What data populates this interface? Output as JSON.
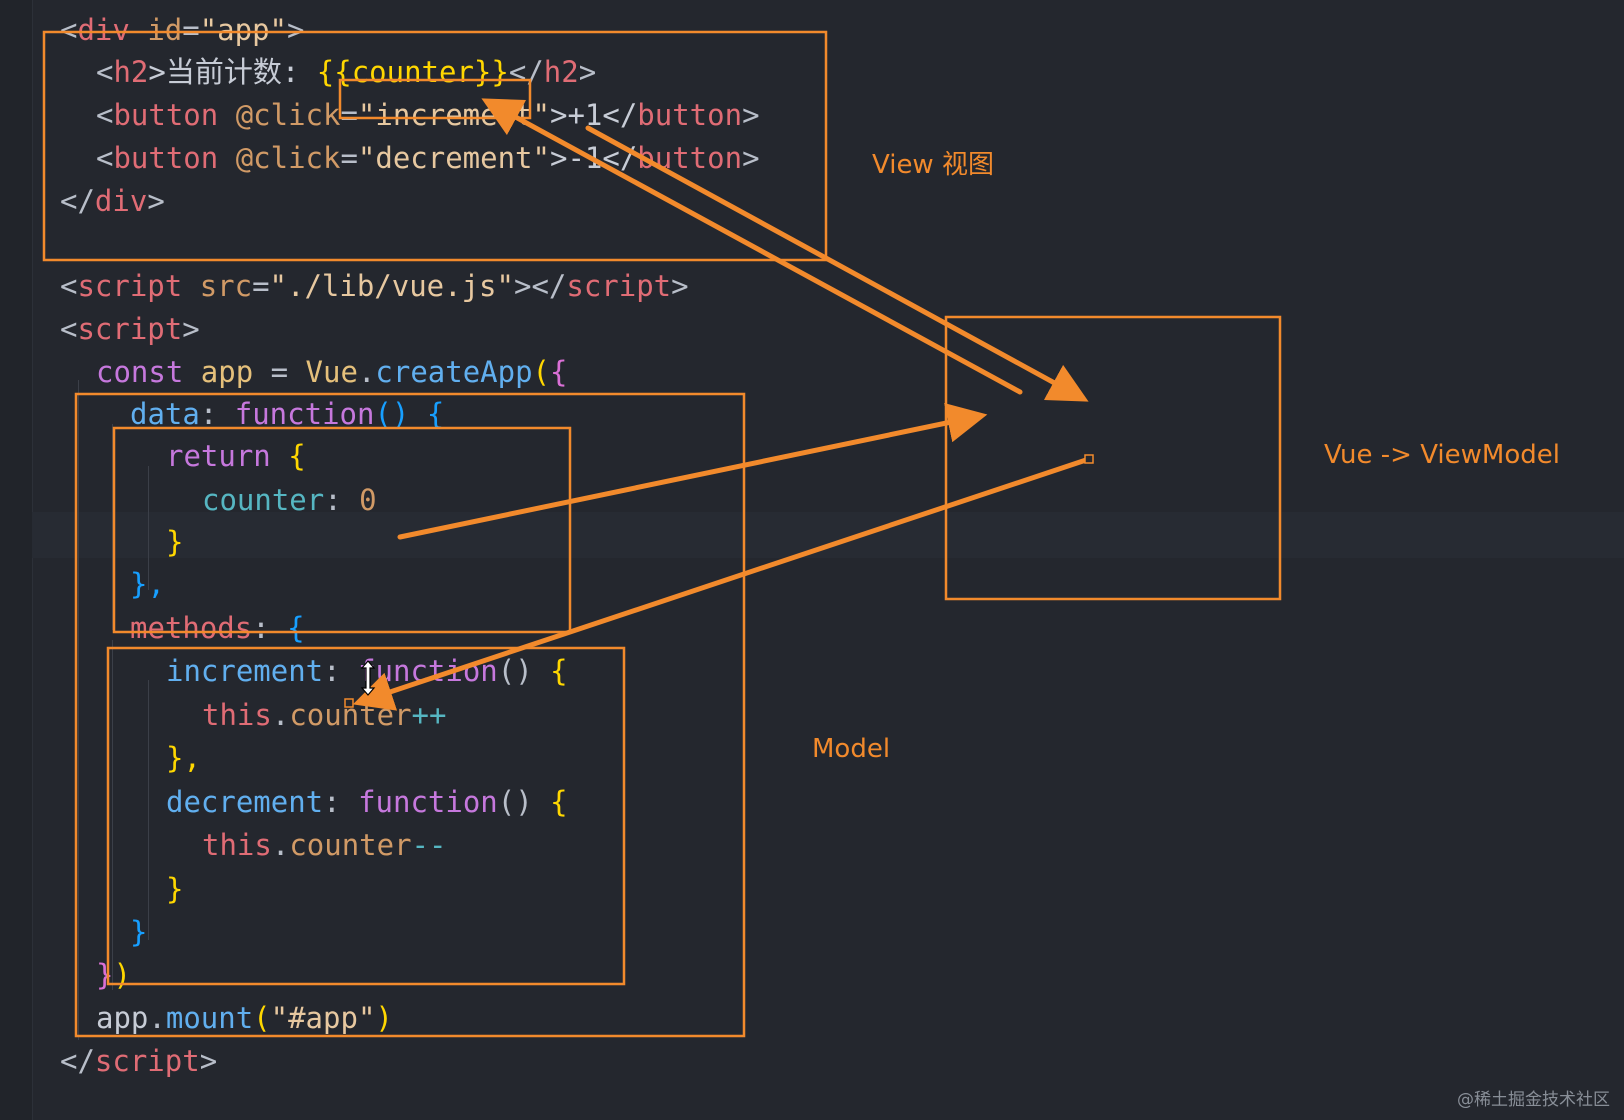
{
  "code_lines": [
    {
      "segments": [
        {
          "t": "<",
          "c": "t-pun"
        },
        {
          "t": "div",
          "c": "t-tag"
        },
        {
          "t": " id",
          "c": "t-attr"
        },
        {
          "t": "=",
          "c": "t-pun"
        },
        {
          "t": "\"app\"",
          "c": "t-str"
        },
        {
          "t": ">",
          "c": "t-pun"
        }
      ]
    },
    {
      "segments": [
        {
          "t": "<",
          "c": "t-pun"
        },
        {
          "t": "h2",
          "c": "t-tag"
        },
        {
          "t": ">当前计数: ",
          "c": "t-text"
        },
        {
          "t": "{{counter}}",
          "c": "t-brace1"
        },
        {
          "t": "</",
          "c": "t-pun"
        },
        {
          "t": "h2",
          "c": "t-tag"
        },
        {
          "t": ">",
          "c": "t-pun"
        }
      ]
    },
    {
      "segments": [
        {
          "t": "<",
          "c": "t-pun"
        },
        {
          "t": "button",
          "c": "t-tag"
        },
        {
          "t": " @click",
          "c": "t-attr"
        },
        {
          "t": "=",
          "c": "t-pun"
        },
        {
          "t": "\"increment\"",
          "c": "t-str"
        },
        {
          "t": ">+1</",
          "c": "t-text"
        },
        {
          "t": "button",
          "c": "t-tag"
        },
        {
          "t": ">",
          "c": "t-pun"
        }
      ]
    },
    {
      "segments": [
        {
          "t": "<",
          "c": "t-pun"
        },
        {
          "t": "button",
          "c": "t-tag"
        },
        {
          "t": " @click",
          "c": "t-attr"
        },
        {
          "t": "=",
          "c": "t-pun"
        },
        {
          "t": "\"decrement\"",
          "c": "t-str"
        },
        {
          "t": ">-1</",
          "c": "t-text"
        },
        {
          "t": "button",
          "c": "t-tag"
        },
        {
          "t": ">",
          "c": "t-pun"
        }
      ]
    },
    {
      "segments": [
        {
          "t": "</",
          "c": "t-pun"
        },
        {
          "t": "div",
          "c": "t-tag"
        },
        {
          "t": ">",
          "c": "t-pun"
        }
      ]
    },
    {
      "segments": [
        {
          "t": "<",
          "c": "t-pun"
        },
        {
          "t": "script",
          "c": "t-tag"
        },
        {
          "t": " src",
          "c": "t-attr"
        },
        {
          "t": "=",
          "c": "t-pun"
        },
        {
          "t": "\"./lib/vue.js\"",
          "c": "t-str"
        },
        {
          "t": "></",
          "c": "t-pun"
        },
        {
          "t": "script",
          "c": "t-tag"
        },
        {
          "t": ">",
          "c": "t-pun"
        }
      ]
    },
    {
      "segments": [
        {
          "t": "<",
          "c": "t-pun"
        },
        {
          "t": "script",
          "c": "t-tag"
        },
        {
          "t": ">",
          "c": "t-pun"
        }
      ]
    },
    {
      "segments": [
        {
          "t": "const",
          "c": "t-kw"
        },
        {
          "t": " app",
          "c": "t-var"
        },
        {
          "t": " = ",
          "c": "t-pun"
        },
        {
          "t": "Vue",
          "c": "t-var"
        },
        {
          "t": ".",
          "c": "t-pun"
        },
        {
          "t": "createApp",
          "c": "t-fn"
        },
        {
          "t": "(",
          "c": "t-brace1"
        },
        {
          "t": "{",
          "c": "t-brace2"
        }
      ]
    },
    {
      "segments": [
        {
          "t": "data",
          "c": "t-fn"
        },
        {
          "t": ": ",
          "c": "t-pun"
        },
        {
          "t": "function",
          "c": "t-kw"
        },
        {
          "t": "()",
          "c": "t-brace3"
        },
        {
          "t": " {",
          "c": "t-brace3"
        }
      ]
    },
    {
      "segments": [
        {
          "t": "return",
          "c": "t-kw"
        },
        {
          "t": " {",
          "c": "t-brace1"
        }
      ]
    },
    {
      "segments": [
        {
          "t": "counter",
          "c": "t-prop"
        },
        {
          "t": ": ",
          "c": "t-pun"
        },
        {
          "t": "0",
          "c": "t-num"
        }
      ]
    },
    {
      "segments": [
        {
          "t": "}",
          "c": "t-brace1"
        }
      ]
    },
    {
      "segments": [
        {
          "t": "},",
          "c": "t-brace3"
        }
      ]
    },
    {
      "segments": [
        {
          "t": "methods",
          "c": "t-tag"
        },
        {
          "t": ": ",
          "c": "t-pun"
        },
        {
          "t": "{",
          "c": "t-brace3"
        }
      ]
    },
    {
      "segments": [
        {
          "t": "increment",
          "c": "t-fn"
        },
        {
          "t": ": ",
          "c": "t-pun"
        },
        {
          "t": "function",
          "c": "t-kw"
        },
        {
          "t": "()",
          "c": "t-pun"
        },
        {
          "t": " {",
          "c": "t-brace1"
        }
      ]
    },
    {
      "segments": [
        {
          "t": "this",
          "c": "t-this"
        },
        {
          "t": ".",
          "c": "t-pun"
        },
        {
          "t": "counter",
          "c": "t-attr"
        },
        {
          "t": "++",
          "c": "t-prop"
        }
      ]
    },
    {
      "segments": [
        {
          "t": "},",
          "c": "t-brace1"
        }
      ]
    },
    {
      "segments": [
        {
          "t": "decrement",
          "c": "t-fn"
        },
        {
          "t": ": ",
          "c": "t-pun"
        },
        {
          "t": "function",
          "c": "t-kw"
        },
        {
          "t": "()",
          "c": "t-pun"
        },
        {
          "t": " {",
          "c": "t-brace1"
        }
      ]
    },
    {
      "segments": [
        {
          "t": "this",
          "c": "t-this"
        },
        {
          "t": ".",
          "c": "t-pun"
        },
        {
          "t": "counter",
          "c": "t-attr"
        },
        {
          "t": "--",
          "c": "t-prop"
        }
      ]
    },
    {
      "segments": [
        {
          "t": "}",
          "c": "t-brace1"
        }
      ]
    },
    {
      "segments": [
        {
          "t": "}",
          "c": "t-brace3"
        }
      ]
    },
    {
      "segments": [
        {
          "t": "}",
          "c": "t-brace2"
        },
        {
          "t": ")",
          "c": "t-brace1"
        }
      ]
    },
    {
      "segments": [
        {
          "t": "app",
          "c": "t-text"
        },
        {
          "t": ".",
          "c": "t-pun"
        },
        {
          "t": "mount",
          "c": "t-fn"
        },
        {
          "t": "(",
          "c": "t-brace1"
        },
        {
          "t": "\"#app\"",
          "c": "t-str"
        },
        {
          "t": ")",
          "c": "t-brace1"
        }
      ]
    },
    {
      "segments": [
        {
          "t": "</",
          "c": "t-pun"
        },
        {
          "t": "script",
          "c": "t-tag"
        },
        {
          "t": ">",
          "c": "t-pun"
        }
      ]
    }
  ],
  "labels": {
    "view": "View 视图",
    "viewmodel": "Vue -> ViewModel",
    "model": "Model"
  },
  "watermark": "@稀土掘金技术社区",
  "colors": {
    "annotation": "#f28a2c",
    "background": "#24272e"
  }
}
